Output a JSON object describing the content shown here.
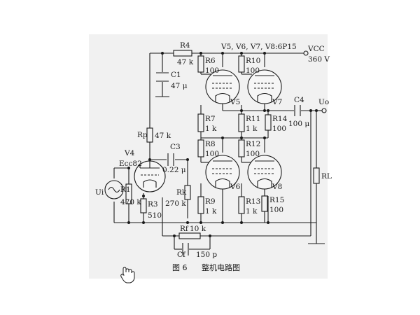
{
  "labels": {
    "tube_note": "V5, V6, V7, V8:6P15",
    "vcc_name": "VCC",
    "vcc_value": "360 V",
    "uo": "Uo",
    "ui": "Ui",
    "r4_name": "R4",
    "r4_val": "47 k",
    "c1_name": "C1",
    "c1_val": "47 μ",
    "rp_name": "Rp",
    "rp_val": "47 k",
    "v4_name": "V4",
    "v4_type": "Ecc82",
    "c3_name": "C3",
    "c3_val": "0.22 μ",
    "r1_name": "R1",
    "r1_val": "470 k",
    "r3_name": "R3",
    "r3_val": "510",
    "rk_name": "Rk",
    "rk_val": "270 k",
    "r6_name": "R6",
    "r6_val": "100",
    "r10_name": "R10",
    "r10_val": "100",
    "r7_name": "R7",
    "r7_val": "1 k",
    "r11_name": "R11",
    "r11_val": "1 k",
    "r14_name": "R14",
    "r14_val": "100",
    "c4_name": "C4",
    "c4_val": "100 μ",
    "r8_name": "R8",
    "r8_val": "100",
    "r12_name": "R12",
    "r12_val": "100",
    "r9_name": "R9",
    "r9_val": "1 k",
    "r13_name": "R13",
    "r13_val": "1 k",
    "r15_name": "R15",
    "r15_val": "100",
    "rl_name": "RL",
    "rf_name": "Rf",
    "rf_val": "10 k",
    "cf_name": "Cf",
    "cf_val": "150 p",
    "v5": "V5",
    "v6": "V6",
    "v7": "V7",
    "v8": "V8"
  },
  "caption": {
    "figure": "图 6",
    "title": "整机电路图"
  },
  "icons": {
    "cursor": "hand-pointer-icon"
  }
}
